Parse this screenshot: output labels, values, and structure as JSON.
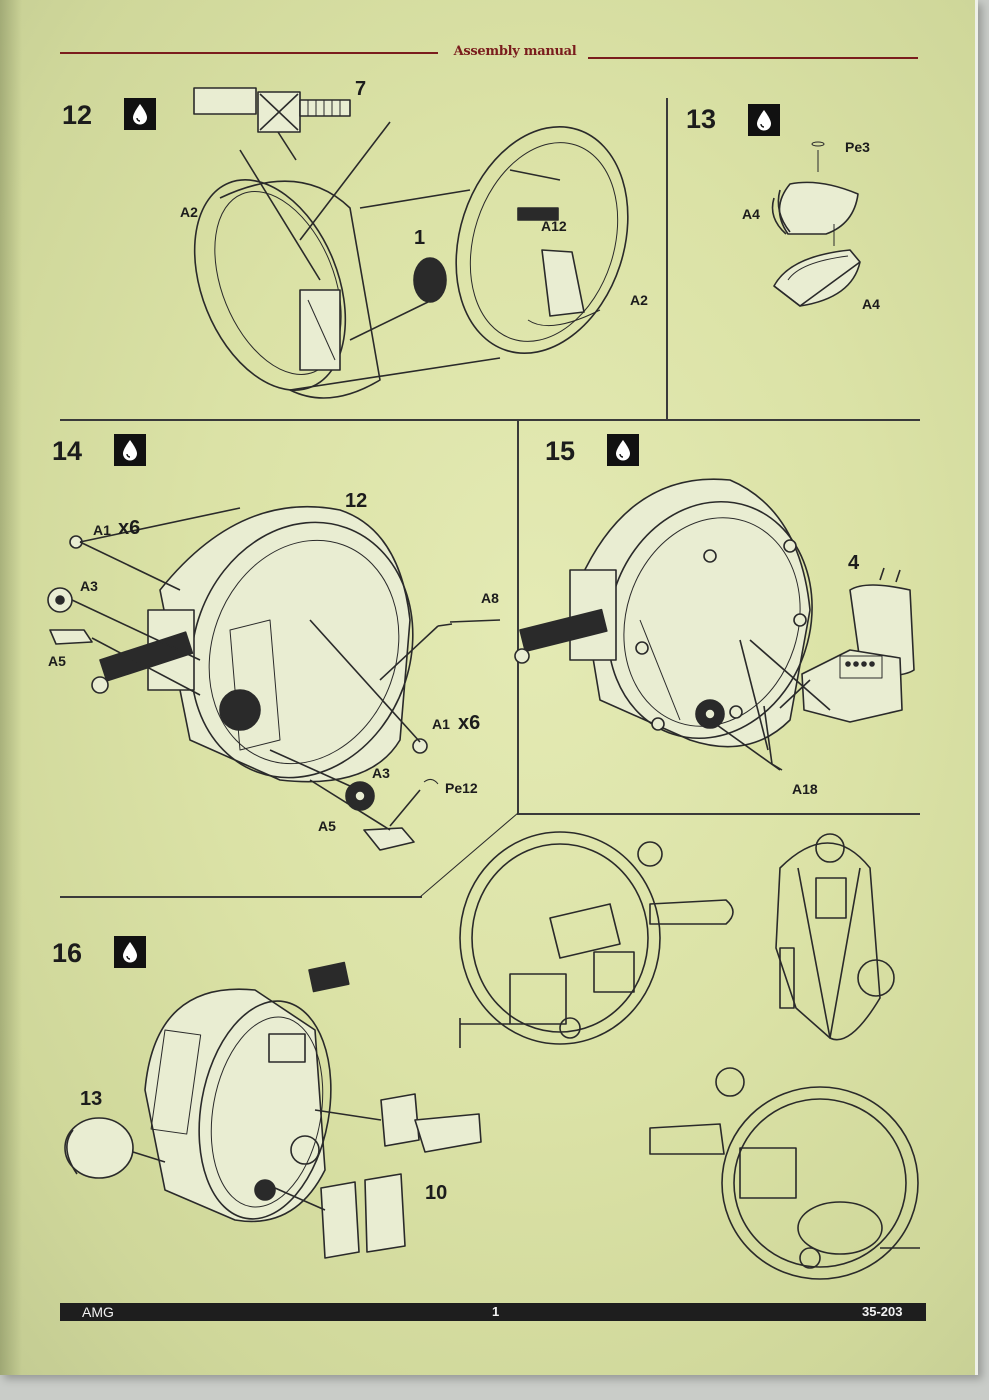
{
  "header": {
    "title": "Assembly manual"
  },
  "steps": {
    "s12": {
      "num": "12",
      "parts": {
        "p7": "7",
        "pA2a": "A2",
        "p1": "1",
        "pA12": "A12",
        "pA2b": "A2"
      }
    },
    "s13": {
      "num": "13",
      "parts": {
        "pPe3": "Pe3",
        "pA4a": "A4",
        "pA4b": "A4"
      }
    },
    "s14": {
      "num": "14",
      "parts": {
        "p12": "12",
        "pA1a": "A1",
        "x6a": "x6",
        "pA3a": "A3",
        "pA5a": "A5",
        "pA8": "A8",
        "pA1b": "A1",
        "x6b": "x6",
        "pA3b": "A3",
        "pPe12": "Pe12",
        "pA5b": "A5"
      }
    },
    "s15": {
      "num": "15",
      "parts": {
        "p4": "4",
        "pA18": "A18"
      }
    },
    "s16": {
      "num": "16",
      "parts": {
        "p13": "13",
        "p10": "10"
      }
    }
  },
  "icons": {
    "glue": "glue-drop-icon"
  },
  "footer": {
    "brand": "AMG",
    "page": "1",
    "code": "35-203"
  },
  "colors": {
    "accent": "#7a1d1d",
    "paper": "#dbe2a6",
    "ink": "#2a2a2a"
  }
}
